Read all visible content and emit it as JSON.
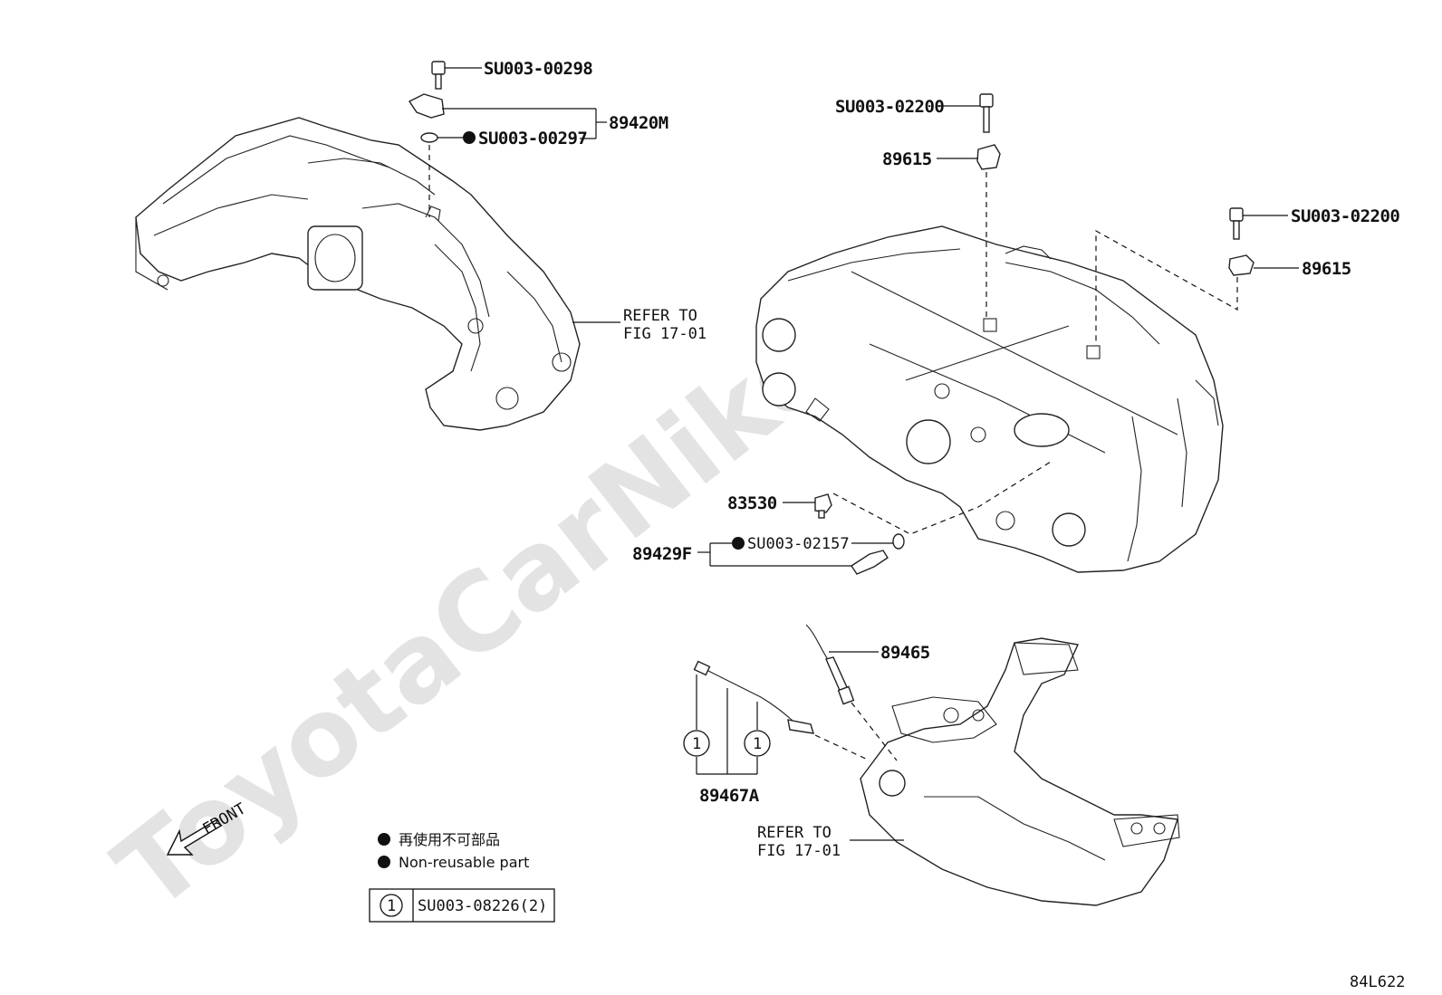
{
  "watermark": "ToyotaCarNike.ru",
  "labels": {
    "bolt_top": "SU003-00298",
    "sensor_kit": "89420M",
    "oring_top": "SU003-00297",
    "bolt_right1": "SU003-02200",
    "knock1": "89615",
    "bolt_right2": "SU003-02200",
    "knock2": "89615",
    "oil_switch": "83530",
    "temp_kit": "89429F",
    "oring_temp": "SU003-02157",
    "o2_front": "89465",
    "o2_rear": "89467A",
    "callout_num": "1"
  },
  "refs": {
    "intake_line1": "REFER TO",
    "intake_line2": "FIG 17-01",
    "exhaust_line1": "REFER TO",
    "exhaust_line2": "FIG 17-01"
  },
  "front_label": "FRONT",
  "legend": {
    "jp": "再使用不可部品",
    "en": "Non-reusable part",
    "box_num": "1",
    "box_part": "SU003-08226(2)"
  },
  "figure_code": "84L622"
}
